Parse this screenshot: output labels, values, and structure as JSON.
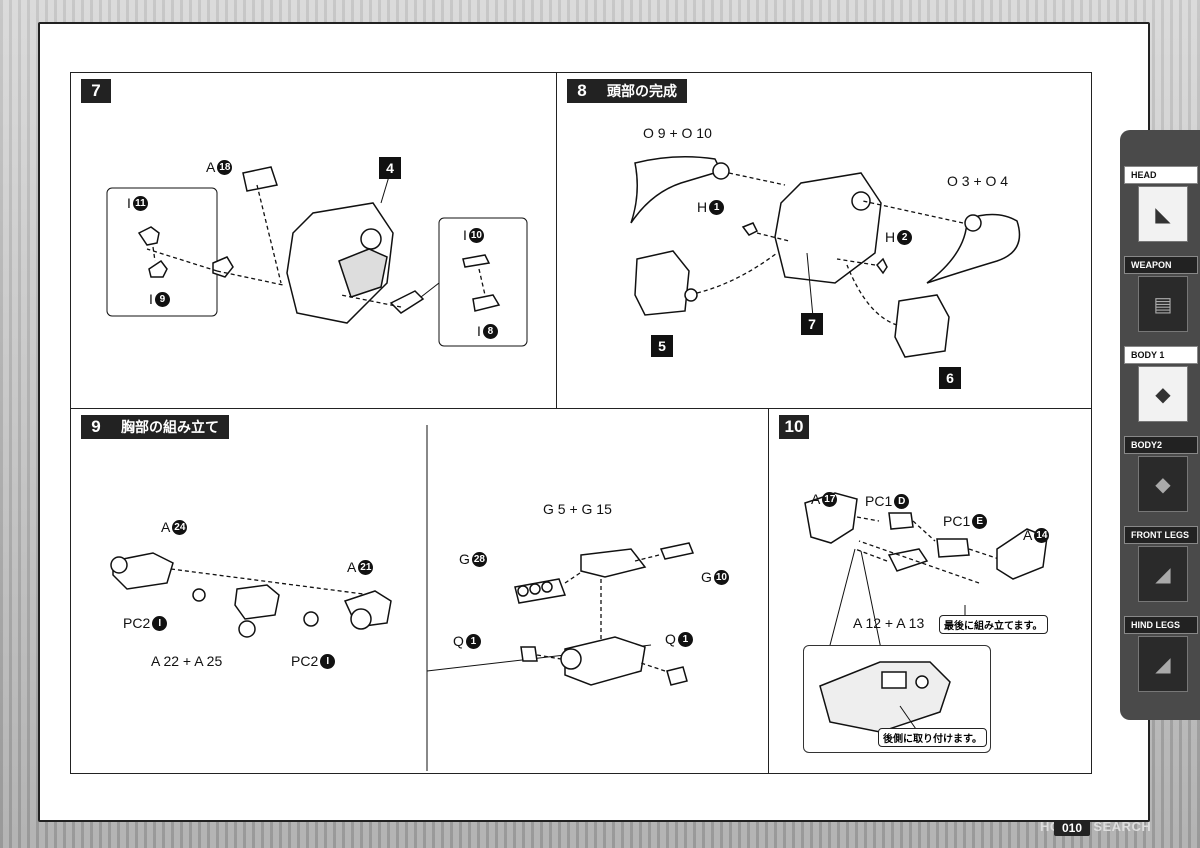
{
  "steps": [
    {
      "number": "7",
      "title": ""
    },
    {
      "number": "8",
      "title": "頭部の完成"
    },
    {
      "number": "9",
      "title": "胸部の組み立て"
    },
    {
      "number": "10",
      "title": ""
    }
  ],
  "step7": {
    "labels": [
      {
        "runner": "A",
        "part": "18"
      },
      {
        "runner": "I",
        "part": "11"
      },
      {
        "runner": "I",
        "part": "9"
      },
      {
        "runner": "I",
        "part": "10"
      },
      {
        "runner": "I",
        "part": "8"
      }
    ],
    "ref": "4"
  },
  "step8": {
    "labels": [
      {
        "text": "O 9 + O 10"
      },
      {
        "text": "O 3 + O 4"
      },
      {
        "runner": "H",
        "part": "1"
      },
      {
        "runner": "H",
        "part": "2"
      }
    ],
    "refs": [
      "5",
      "7",
      "6"
    ]
  },
  "step9": {
    "labels": [
      {
        "runner": "A",
        "part": "24"
      },
      {
        "runner": "A",
        "part": "21"
      },
      {
        "runner": "PC2",
        "part": "I"
      },
      {
        "runner": "PC2",
        "part": "I"
      },
      {
        "text": "A 22 + A 25"
      },
      {
        "text": "G 5 + G 15"
      },
      {
        "runner": "G",
        "part": "28"
      },
      {
        "runner": "G",
        "part": "10"
      },
      {
        "runner": "Q",
        "part": "1"
      },
      {
        "runner": "Q",
        "part": "1"
      }
    ]
  },
  "step10": {
    "labels": [
      {
        "runner": "A",
        "part": "17"
      },
      {
        "runner": "PC1",
        "part": "D"
      },
      {
        "runner": "PC1",
        "part": "E"
      },
      {
        "runner": "A",
        "part": "14"
      },
      {
        "text": "A 12 + A 13"
      }
    ],
    "note_last": "最後に組み立てます。",
    "note_rear": "後側に取り付けます。"
  },
  "sidebar": {
    "tabs": [
      {
        "label": "HEAD",
        "active": true
      },
      {
        "label": "WEAPON",
        "active": false
      },
      {
        "label": "BODY 1",
        "active": true
      },
      {
        "label": "BODY2",
        "active": false
      },
      {
        "label": "FRONT LEGS",
        "active": false
      },
      {
        "label": "HIND LEGS",
        "active": false
      }
    ]
  },
  "footer": {
    "page_number": "010",
    "watermark": "HOBBY SEARCH"
  }
}
